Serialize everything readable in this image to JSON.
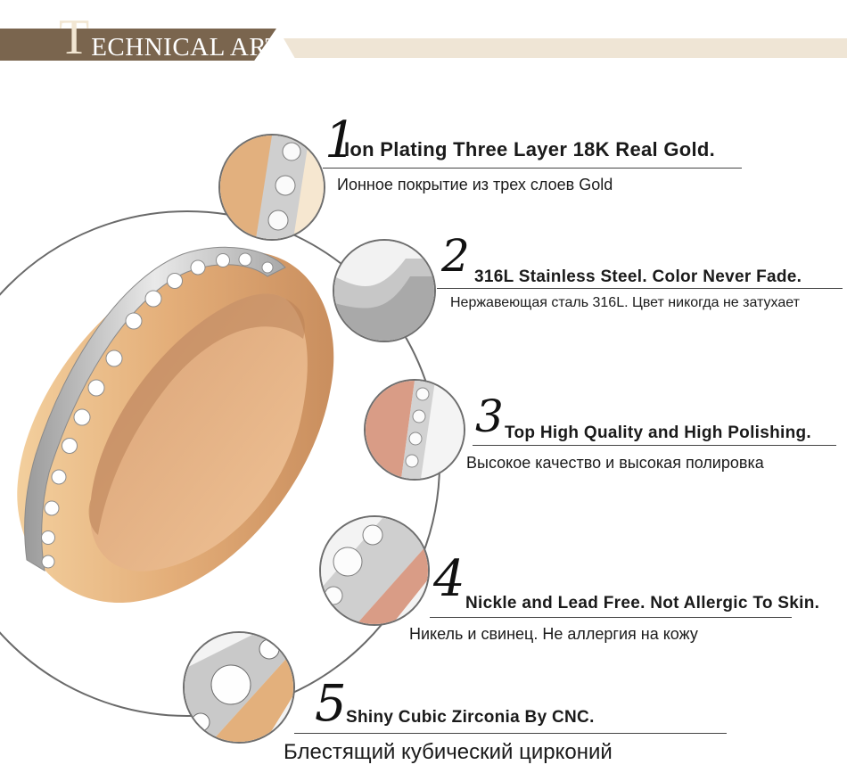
{
  "header": {
    "initial": "T",
    "rest": "ECHNICAL ART"
  },
  "features": [
    {
      "number": "1",
      "english": "Ion Plating Three Layer 18K Real Gold.",
      "russian": "Ионное покрытие из трех слоев Gold"
    },
    {
      "number": "2",
      "english": "316L Stainless Steel. Color Never Fade.",
      "russian": "Нержавеющая сталь 316L. Цвет никогда не затухает"
    },
    {
      "number": "3",
      "english": "Top High Quality and High Polishing.",
      "russian": "Высокое качество и высокая полировка"
    },
    {
      "number": "4",
      "english": "Nickle and Lead Free. Not Allergic To Skin.",
      "russian": "Никель и свинец. Не аллергия на кожу"
    },
    {
      "number": "5",
      "english": "Shiny Cubic Zirconia By CNC.",
      "russian": "Блестящий кубический цирконий"
    }
  ],
  "colors": {
    "header_band": "#7a654e",
    "header_strip": "#efe5d5",
    "gold": "#e2b07e",
    "rose_gold": "#d99c86",
    "steel": "#c9c9c9"
  }
}
